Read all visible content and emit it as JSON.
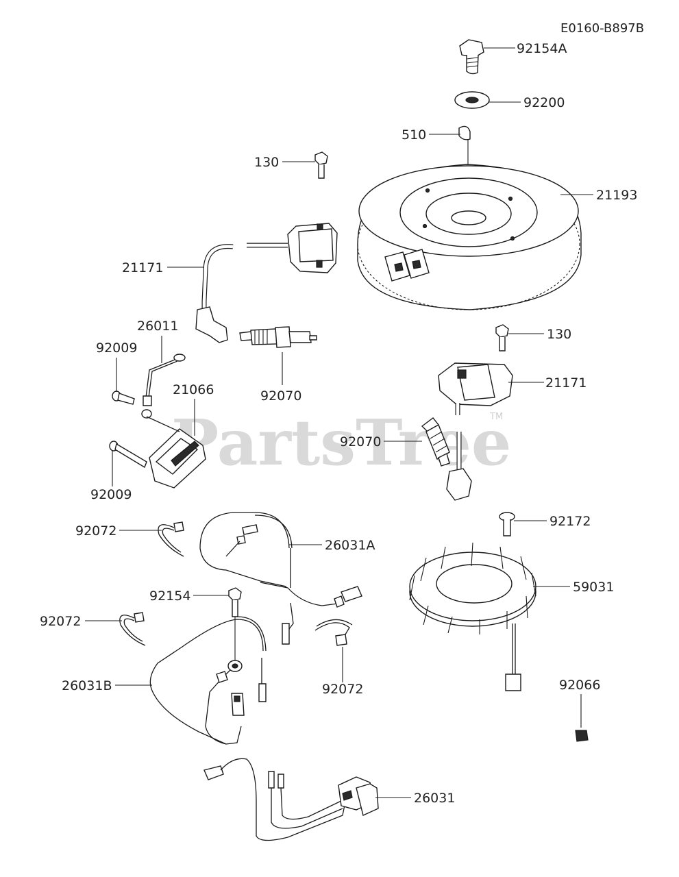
{
  "diagram": {
    "code": "E0160-B897B",
    "watermark": "PartsTree",
    "watermark_tm": "TM",
    "callouts": [
      {
        "id": "92154A",
        "label": "92154A"
      },
      {
        "id": "92200",
        "label": "92200"
      },
      {
        "id": "510",
        "label": "510"
      },
      {
        "id": "21193",
        "label": "21193"
      },
      {
        "id": "130-top",
        "label": "130"
      },
      {
        "id": "21171-left",
        "label": "21171"
      },
      {
        "id": "26011",
        "label": "26011"
      },
      {
        "id": "92009-top",
        "label": "92009"
      },
      {
        "id": "21066",
        "label": "21066"
      },
      {
        "id": "92070-left",
        "label": "92070"
      },
      {
        "id": "92009-bottom",
        "label": "92009"
      },
      {
        "id": "130-right",
        "label": "130"
      },
      {
        "id": "21171-right",
        "label": "21171"
      },
      {
        "id": "92070-right",
        "label": "92070"
      },
      {
        "id": "92072-top",
        "label": "92072"
      },
      {
        "id": "26031A",
        "label": "26031A"
      },
      {
        "id": "92172",
        "label": "92172"
      },
      {
        "id": "92154",
        "label": "92154"
      },
      {
        "id": "59031",
        "label": "59031"
      },
      {
        "id": "92072-mid",
        "label": "92072"
      },
      {
        "id": "26031B",
        "label": "26031B"
      },
      {
        "id": "92072-right",
        "label": "92072"
      },
      {
        "id": "92066",
        "label": "92066"
      },
      {
        "id": "26031",
        "label": "26031"
      }
    ]
  }
}
